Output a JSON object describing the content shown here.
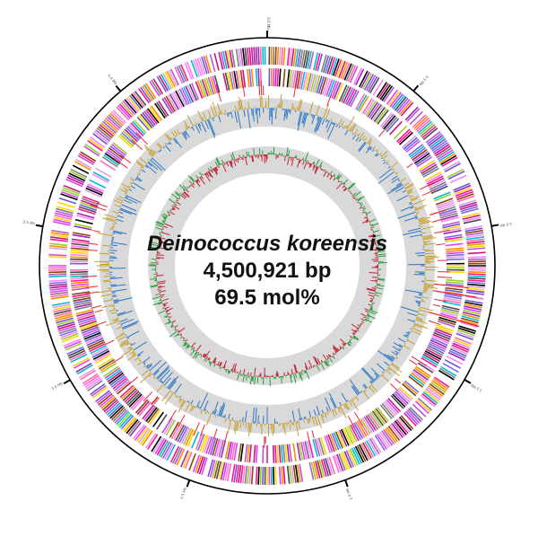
{
  "figure": {
    "organism": "Deinococcus koreensis",
    "genome_size": "4,500,921 bp",
    "gc_content": "69.5 mol%"
  },
  "scale": {
    "tick_labels": [
      "0.0 Mb",
      "0.5 Mb",
      "1.0 Mb",
      "1.5 Mb",
      "2.0 Mb",
      "2.5 Mb",
      "3.0 Mb",
      "3.5 Mb",
      "4.0 Mb"
    ]
  },
  "colors": {
    "cog_palette": [
      "#e040fb",
      "#ff80ff",
      "#9c27b0",
      "#7b68ee",
      "#000000",
      "#4a4a4a",
      "#808080",
      "#ff69b4",
      "#ff1493",
      "#c71585",
      "#00bcd4",
      "#9acd32",
      "#ffd700",
      "#ff8c00",
      "#8b4513",
      "#dda0dd",
      "#ba55d3",
      "#6a5acd",
      "#ffffff"
    ],
    "track_bg": "#d9d9d9",
    "gc_content_pos": "#c8a030",
    "gc_content_neg": "#2f78c4",
    "gc_skew_pos": "#2e9e3e",
    "gc_skew_neg": "#c0283a",
    "rna": "#e8283a",
    "outer_ring": "#000000"
  }
}
